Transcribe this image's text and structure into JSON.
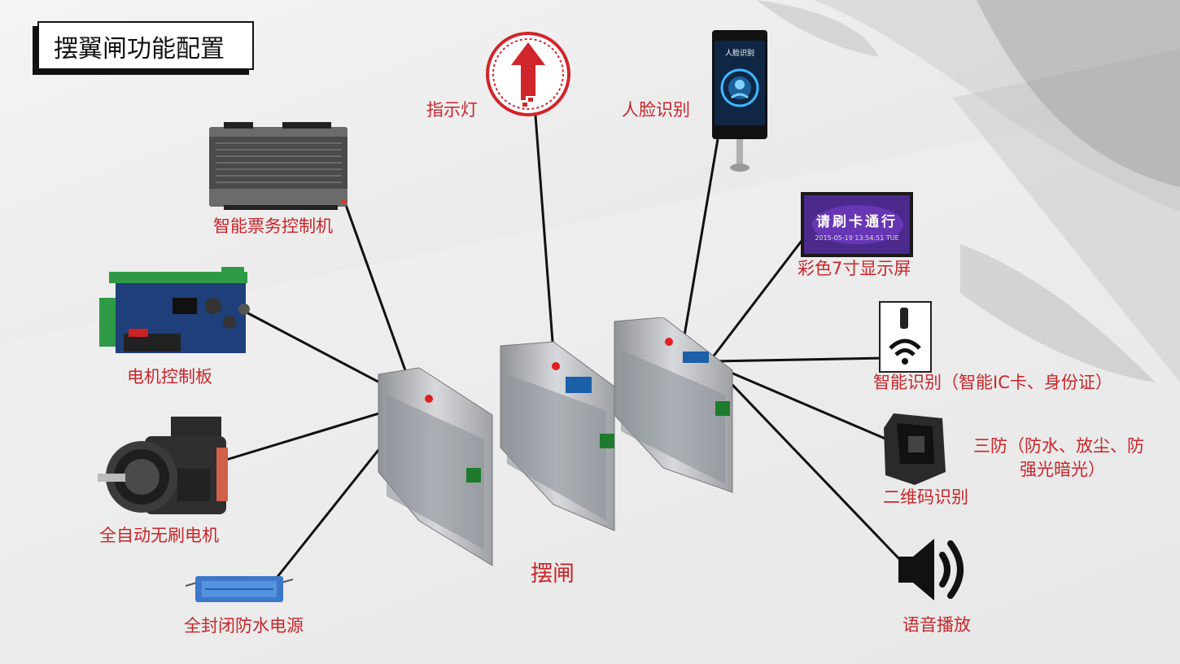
{
  "title": "摆翼闸功能配置",
  "labels": {
    "indicator_light": "指示灯",
    "face_recognition": "人脸识别",
    "face_screen_text": "人脸识别",
    "ticket_controller": "智能票务控制机",
    "color_display": "彩色7寸显示屏",
    "display_text": "请刷卡通行",
    "display_time": "2015-05-19 13:54:51 TUE",
    "motor_board": "电机控制板",
    "smart_recognition": "智能识别（智能IC卡、身份证）",
    "three_proof_line1": "三防（防水、放尘、防",
    "three_proof_line2": "强光暗光）",
    "qr_recognition": "二维码识别",
    "brushless_motor": "全自动无刷电机",
    "power_supply": "全封闭防水电源",
    "voice_playback": "语音播放",
    "swing_gate": "摆闸"
  },
  "colors": {
    "label": "#c8262b",
    "connector": "#111111",
    "steel": "#b9bcc0",
    "pcb_green": "#2f9a45",
    "pcb_blue": "#1f3f7a"
  }
}
